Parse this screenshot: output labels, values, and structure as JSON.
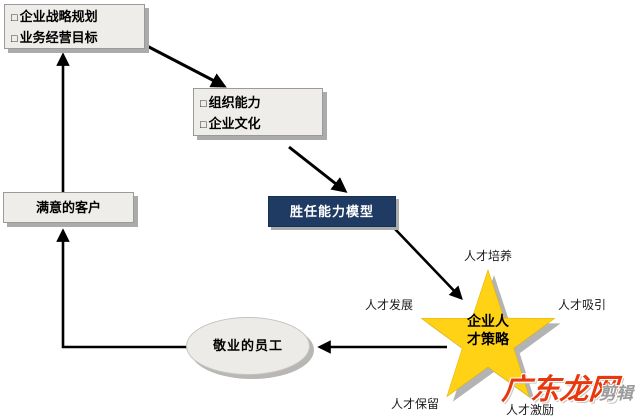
{
  "bullet": "□",
  "boxes": {
    "strategy": {
      "line1": "企业战略规划",
      "line2": "业务经营目标"
    },
    "org": {
      "line1": "组织能力",
      "line2": "企业文化"
    },
    "competency": {
      "label": "胜任能力模型"
    },
    "customers": {
      "label": "满意的客户"
    },
    "employees": {
      "label": "敬业的员工"
    }
  },
  "star": {
    "text_line1": "企业人",
    "text_line2": "才策略",
    "labels": {
      "top": "人才培养",
      "right": "人才吸引",
      "left": "人才发展",
      "bottom_left": "人才保留",
      "bottom_right": "人才激励"
    }
  },
  "watermark": {
    "main": "广东龙网",
    "suffix": "剪辑"
  },
  "colors": {
    "box_fill": "#EFEDEA",
    "box_shadow": "#ABABAB",
    "competency_fill": "#1F3B64",
    "competency_text": "#FFFFFF",
    "star_fill": "#FFD215",
    "star_shadow": "#B3B3B3",
    "arrow": "#000000",
    "watermark_red": "#E8390E",
    "watermark_gray": "#9B9B9B"
  }
}
